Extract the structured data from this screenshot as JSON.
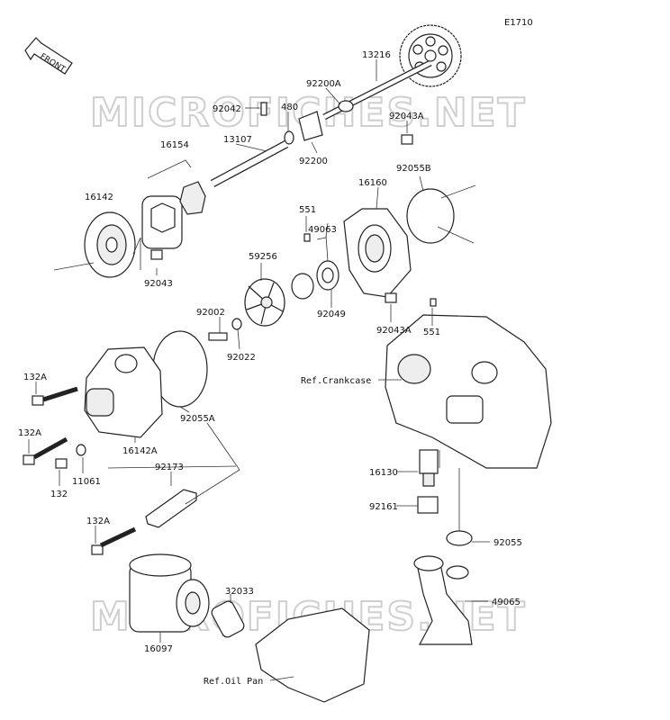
{
  "diagram_code": "E1710",
  "front_label": "FRONT",
  "watermark": "MICROFICHES.NET",
  "refs": {
    "crankcase": "Ref.Crankcase",
    "oil_pan": "Ref.Oil Pan"
  },
  "parts": [
    "13216",
    "92200A",
    "92042",
    "480",
    "13107",
    "92043A",
    "92200",
    "16154",
    "16142",
    "92055B",
    "16160",
    "551",
    "49063",
    "59256",
    "92043",
    "92049",
    "92002",
    "92022",
    "92043A",
    "551",
    "132A",
    "92055A",
    "132A",
    "16142A",
    "11061",
    "132",
    "92173",
    "16130",
    "92161",
    "132A",
    "92055",
    "32033",
    "49065",
    "16097"
  ]
}
